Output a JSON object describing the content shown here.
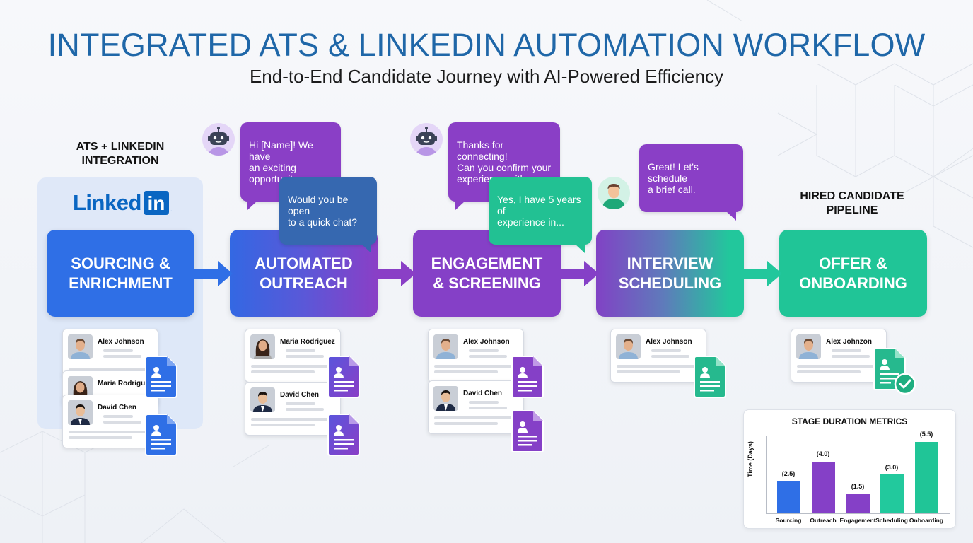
{
  "header": {
    "title": "INTEGRATED ATS & LINKEDIN AUTOMATION WORKFLOW",
    "subtitle": "End-to-End Candidate Journey with AI-Powered Efficiency"
  },
  "integration": {
    "label_line1": "ATS + LINKEDIN",
    "label_line2": "INTEGRATION",
    "logo_word": "Linked",
    "logo_box": "in",
    "logo_dot": "."
  },
  "hired": {
    "label_line1": "HIRED CANDIDATE",
    "label_line2": "PIPELINE"
  },
  "stages": [
    {
      "label": "SOURCING &\nENRICHMENT",
      "color_from": "#2f6fe6",
      "color_to": "#2f6fe6"
    },
    {
      "label": "AUTOMATED\nOUTREACH",
      "color_from": "#3368e3",
      "color_to": "#8a3fc6"
    },
    {
      "label": "ENGAGEMENT\n& SCREENING",
      "color_from": "#8540c7",
      "color_to": "#8540c7"
    },
    {
      "label": "INTERVIEW\nSCHEDULING",
      "color_from": "#8142c5",
      "color_to": "#22c79c"
    },
    {
      "label": "OFFER &\nONBOARDING",
      "color_from": "#20c597",
      "color_to": "#20c597"
    }
  ],
  "chat": {
    "bot_msg_1": "Hi [Name]! We have\nan exciting\nopportunity...",
    "reply_1": "Would you be open\nto a quick chat?",
    "bot_msg_2": "Thanks for connecting!\nCan you confirm your\nexperience with...",
    "candidate_reply": "Yes, I have 5 years of\nexperience in...",
    "bot_msg_3": "Great! Let's schedule\na brief call.",
    "icons": [
      "robot-avatar",
      "robot-avatar",
      "candidate-avatar"
    ]
  },
  "cards": {
    "sourcing": [
      "Alex Johnson",
      "Maria Rodriguez",
      "David Chen"
    ],
    "outreach": [
      "Maria Rodriguez",
      "David Chen"
    ],
    "engagement": [
      "Alex Johnson",
      "David Chen"
    ],
    "scheduling": [
      "Alex Johnson"
    ],
    "onboarding": [
      "Alex Johnzon"
    ]
  },
  "colors": {
    "title": "#1f67a8",
    "blue": "#2f6fe6",
    "purple": "#8540c7",
    "teal": "#20c597",
    "linkedin": "#0a66c2"
  },
  "chart_data": {
    "type": "bar",
    "title": "STAGE DURATION METRICS",
    "xlabel": "",
    "ylabel": "Time (Days)",
    "categories": [
      "Sourcing",
      "Outreach",
      "Engagement",
      "Scheduling",
      "Onboarding"
    ],
    "values": [
      2.5,
      4.0,
      1.5,
      3.0,
      5.5
    ],
    "value_labels": [
      "(2.5)",
      "(4.0)",
      "(1.5)",
      "(3.0)",
      "(5.5)"
    ],
    "colors": [
      "#2f6fe6",
      "#8540c7",
      "#8540c7",
      "#22c99d",
      "#20c597"
    ],
    "ylim": [
      0,
      6
    ],
    "grid": false,
    "legend": "none"
  }
}
